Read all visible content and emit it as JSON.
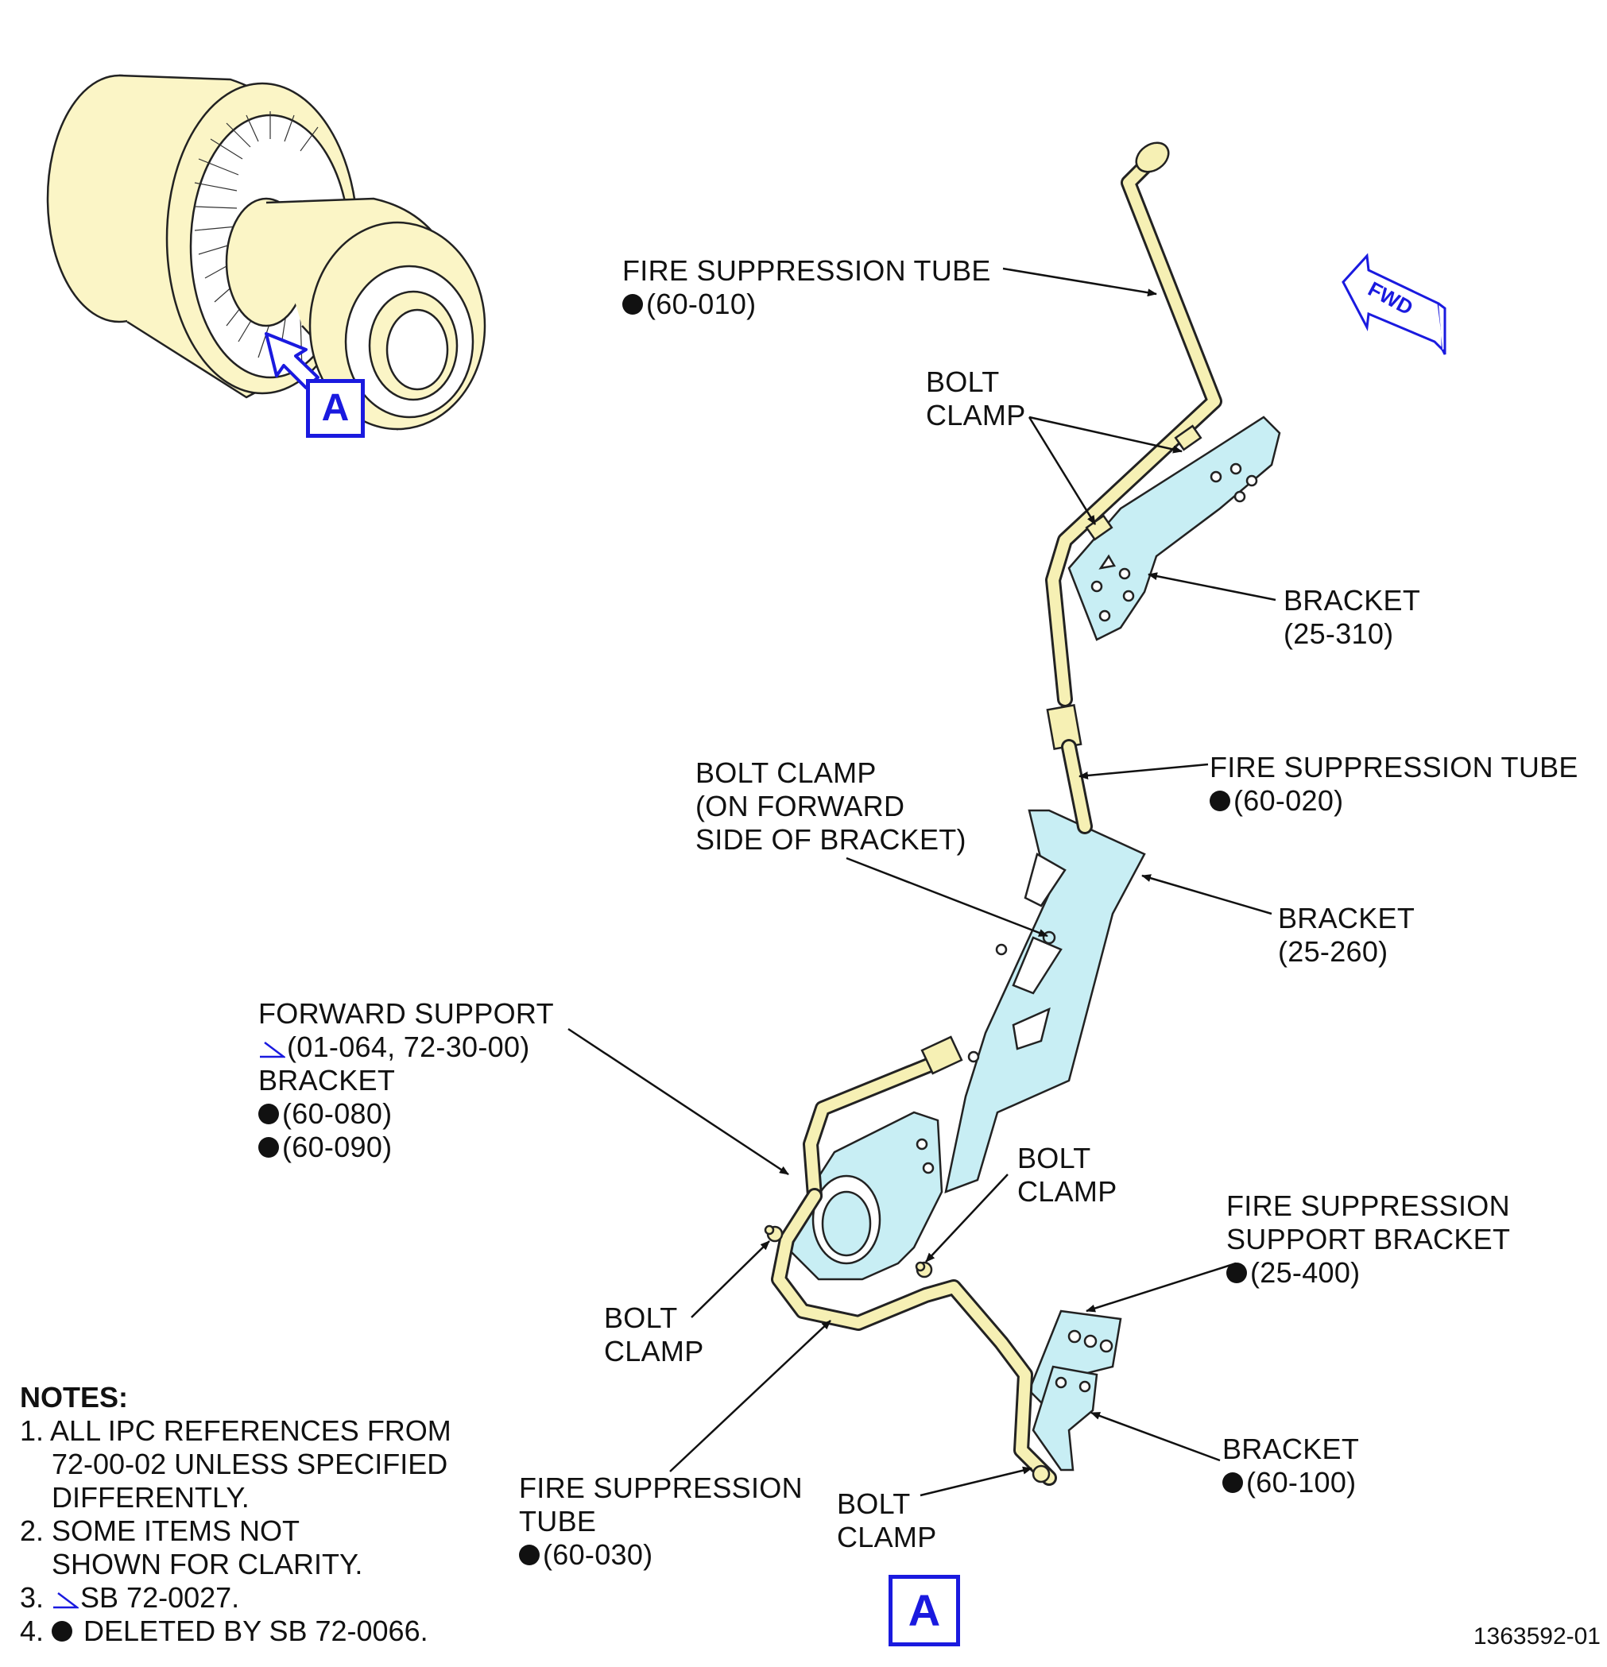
{
  "labels": {
    "fire_tube_010": {
      "name": "FIRE SUPPRESSION TUBE",
      "ref": "(60-010)"
    },
    "bolt_clamp_top": [
      "BOLT",
      "CLAMP"
    ],
    "bracket_310": [
      "BRACKET",
      "(25-310)"
    ],
    "bolt_clamp_fwd": [
      "BOLT CLAMP",
      "(ON FORWARD",
      "SIDE OF BRACKET)"
    ],
    "fire_tube_020": {
      "name": "FIRE SUPPRESSION TUBE",
      "ref": "(60-020)"
    },
    "bracket_260": [
      "BRACKET",
      "(25-260)"
    ],
    "fwd_support": {
      "line1": "FORWARD SUPPORT",
      "line2": "(01-064, 72-30-00)",
      "line3": "BRACKET",
      "ref1": "(60-080)",
      "ref2": "(60-090)"
    },
    "bolt_clamp_mid": [
      "BOLT",
      "CLAMP"
    ],
    "fire_support_bracket": {
      "line1": "FIRE SUPPRESSION",
      "line2": "SUPPORT BRACKET",
      "ref": "(25-400)"
    },
    "bolt_clamp_left": [
      "BOLT",
      "CLAMP"
    ],
    "bracket_100": {
      "name": "BRACKET",
      "ref": "(60-100)"
    },
    "fire_tube_030": {
      "line1": "FIRE SUPPRESSION",
      "line2": "TUBE",
      "ref": "(60-030)"
    },
    "bolt_clamp_bottom": [
      "BOLT",
      "CLAMP"
    ]
  },
  "notes": {
    "title": "NOTES:",
    "n1": [
      "1. ALL IPC REFERENCES FROM",
      "72-00-02 UNLESS SPECIFIED",
      "DIFFERENTLY."
    ],
    "n2": [
      "2. SOME ITEMS NOT",
      "SHOWN FOR CLARITY."
    ],
    "n3_prefix": "3. ",
    "n3_text": "SB 72-0027.",
    "n4_prefix": "4. ",
    "n4_text": " DELETED BY SB 72-0066."
  },
  "view_letter": "A",
  "fwd_arrow": "FWD",
  "drawing_number": "1363592-01",
  "colors": {
    "tube": "#f6f0b4",
    "bracket": "#c8eef4",
    "engine": "#fbf5c6",
    "callout": "#1a1adf"
  }
}
